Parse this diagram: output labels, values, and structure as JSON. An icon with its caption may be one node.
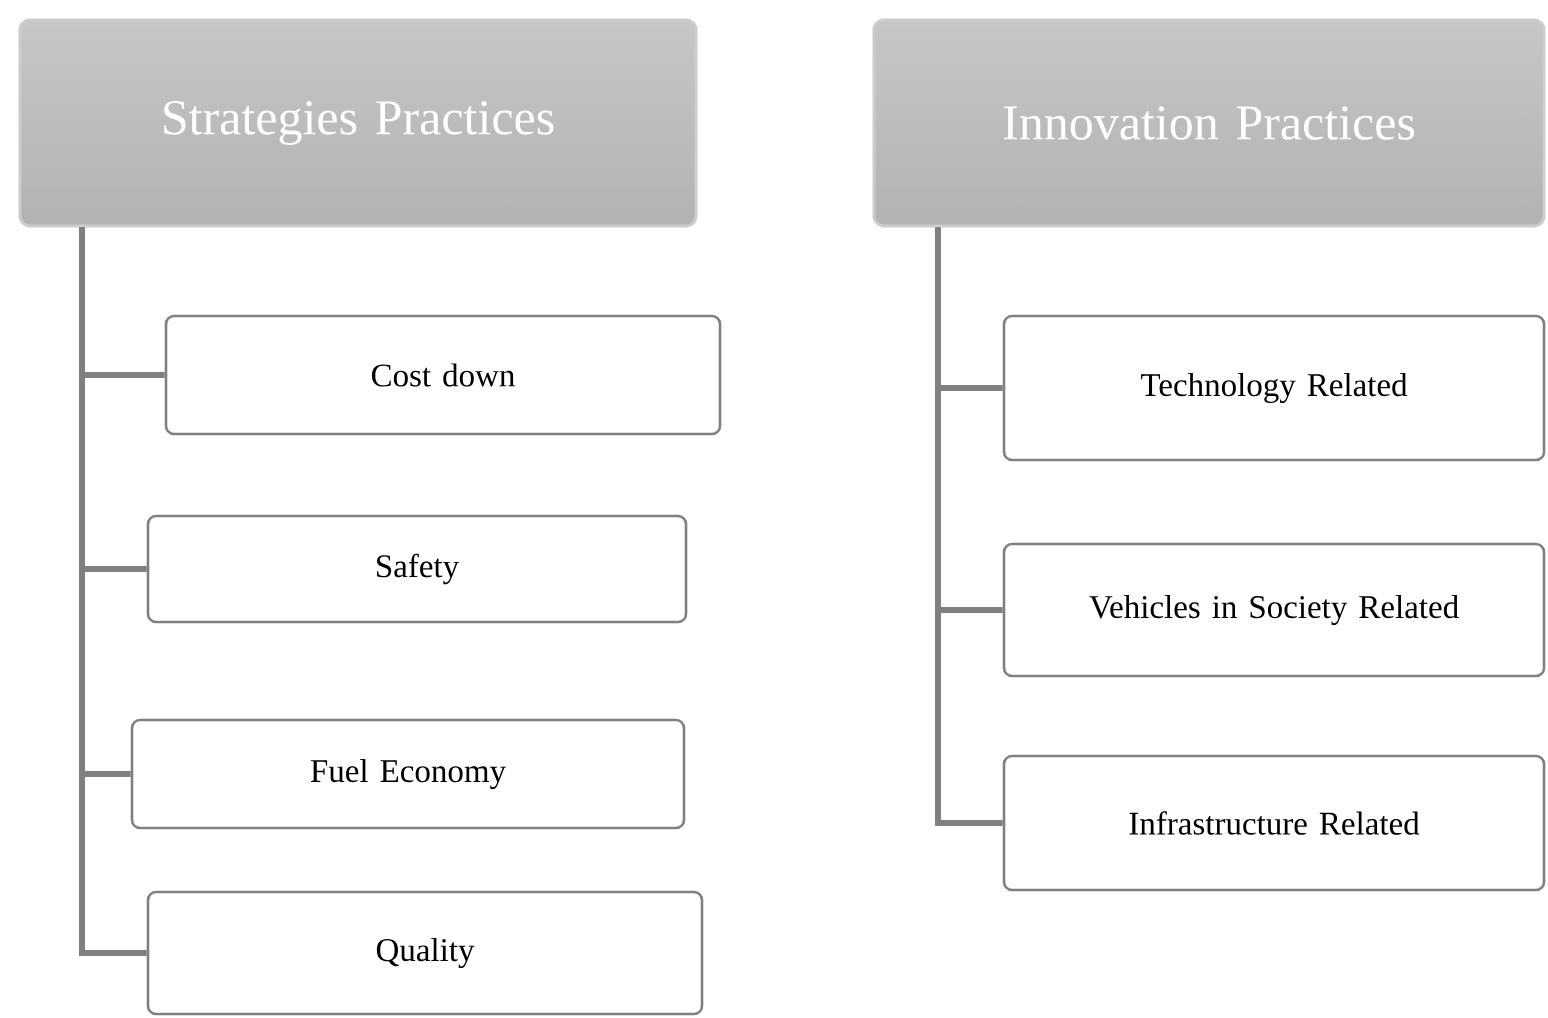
{
  "diagram": {
    "nodes": [
      {
        "text": [
          "Strategies  Practices"
        ]
      },
      {
        "text": [
          "Cost down"
        ]
      },
      {
        "text": [
          "Safety"
        ]
      },
      {
        "text": [
          "Fuel Economy"
        ]
      },
      {
        "text": [
          "Quality"
        ]
      },
      {
        "text": [
          "Innovation Practices"
        ]
      },
      {
        "text": [
          "Technology Related"
        ]
      },
      {
        "text": [
          "Vehicles in Society Related"
        ]
      },
      {
        "text": [
          "Infrastructure Related"
        ]
      }
    ],
    "edges": [
      {
        "from": 0,
        "to": 1,
        "arrow": "none"
      },
      {
        "from": 0,
        "to": 2,
        "arrow": "none"
      },
      {
        "from": 0,
        "to": 3,
        "arrow": "none"
      },
      {
        "from": 0,
        "to": 4,
        "arrow": "none"
      },
      {
        "from": 5,
        "to": 6,
        "arrow": "none"
      },
      {
        "from": 5,
        "to": 7,
        "arrow": "none"
      },
      {
        "from": 5,
        "to": 8,
        "arrow": "none"
      }
    ]
  }
}
